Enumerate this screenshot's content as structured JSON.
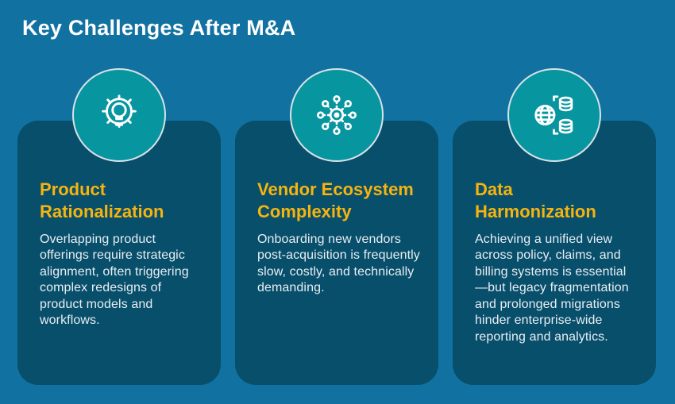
{
  "page": {
    "title": "Key Challenges After M&A"
  },
  "colors": {
    "bg": "#1172A1",
    "card": "#084F6C",
    "circle": "#0795A0",
    "ring": "#D9E2E6",
    "accent": "#F6B40F",
    "title": "#FFFFFF",
    "body": "#E9EEF2"
  },
  "cards": [
    {
      "icon": "gear-lightbulb-icon",
      "title": "Product\nRationalization",
      "body": "Overlapping product offerings require strategic alignment, often triggering complex redesigns of product models and workflows."
    },
    {
      "icon": "network-hub-icon",
      "title": "Vendor Ecosystem\nComplexity",
      "body": "Onboarding new vendors post-acquisition is frequently slow, costly, and technically demanding."
    },
    {
      "icon": "globe-database-icon",
      "title": "Data\nHarmonization",
      "body": "Achieving a unified view across policy, claims, and billing systems is essential—but legacy fragmentation and prolonged migrations hinder enterprise-wide reporting and analytics."
    }
  ]
}
